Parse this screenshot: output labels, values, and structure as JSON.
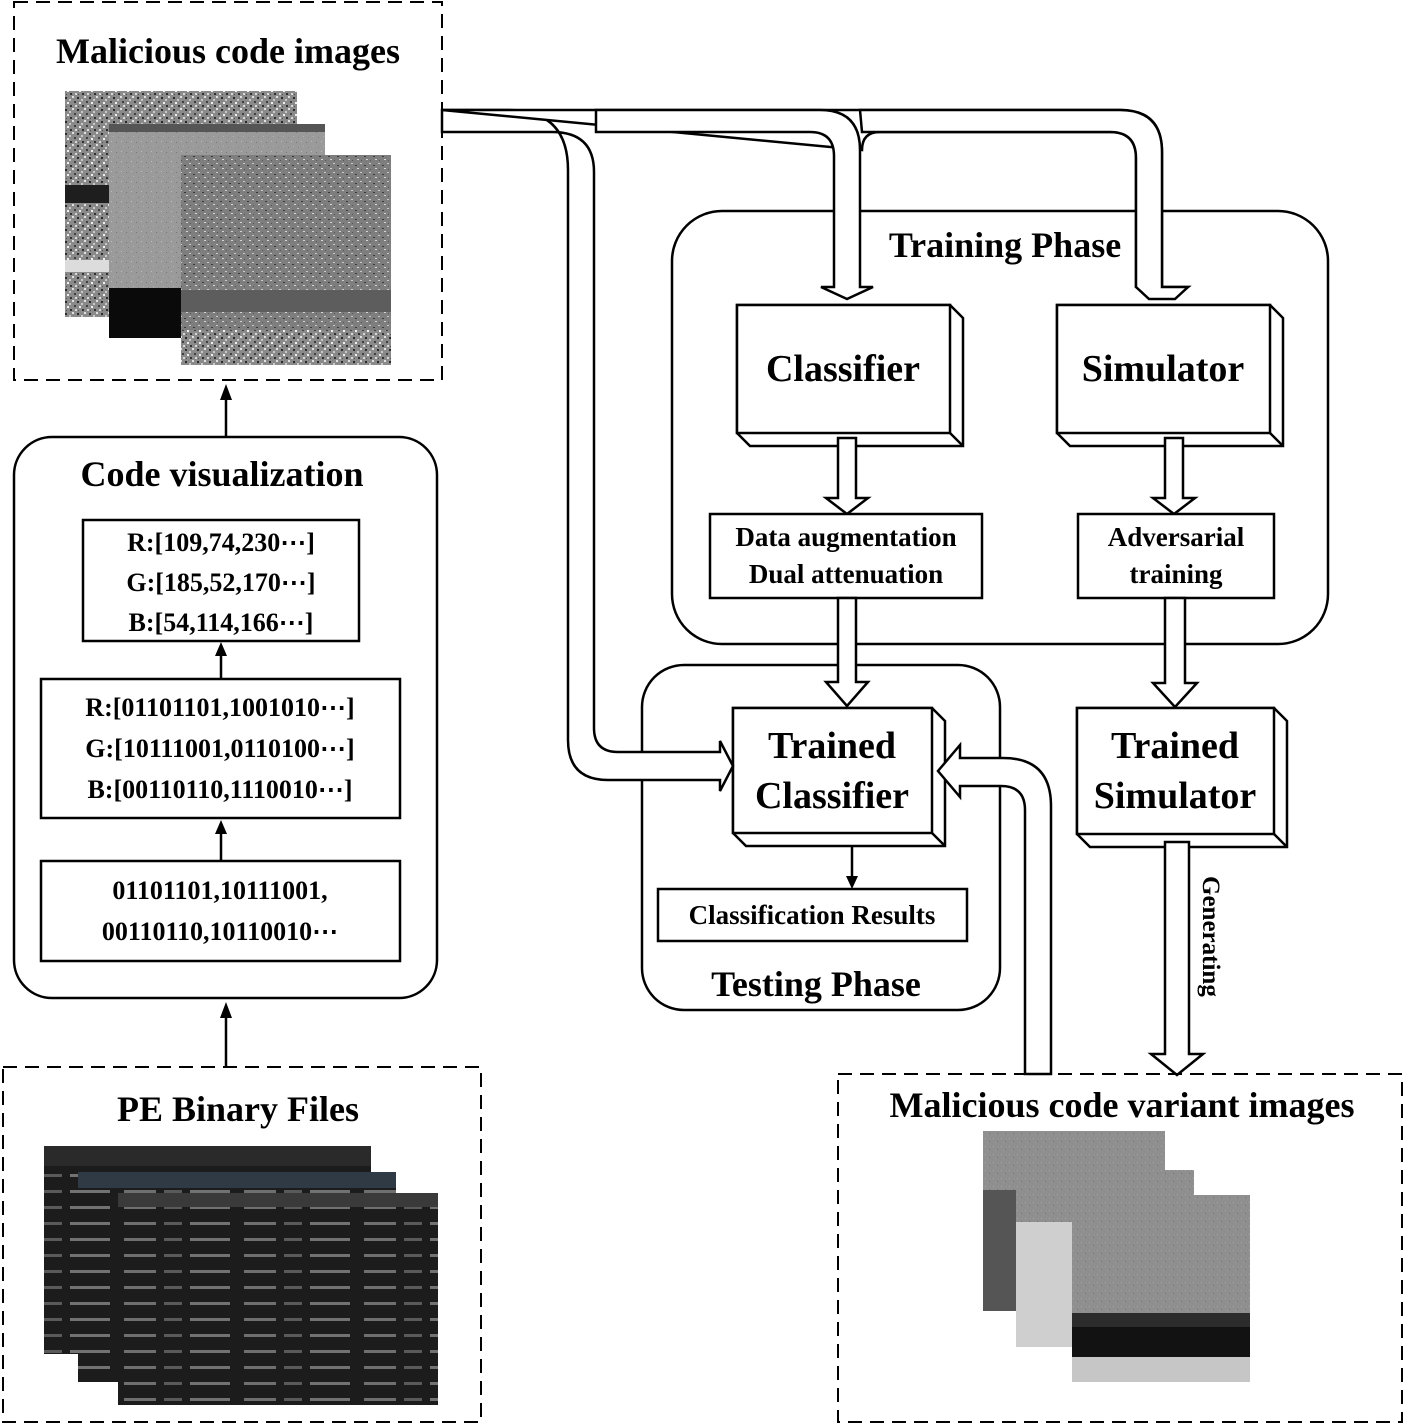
{
  "malicious_images": {
    "title": "Malicious code images"
  },
  "code_visualization": {
    "title": "Code visualization",
    "decimal": [
      "R:[109,74,230⋯]",
      "G:[185,52,170⋯]",
      "B:[54,114,166⋯]"
    ],
    "binary": [
      "R:[01101101,1001010⋯]",
      "G:[10111001,0110100⋯]",
      "B:[00110110,1110010⋯]"
    ],
    "raw": [
      "01101101,10111001,",
      "00110110,10110010⋯"
    ]
  },
  "pe_files": {
    "title": "PE Binary Files"
  },
  "training_phase": {
    "title": "Training Phase",
    "classifier": "Classifier",
    "simulator": "Simulator",
    "augmentation": [
      "Data augmentation",
      "Dual attenuation"
    ],
    "adversarial": [
      "Adversarial",
      "training"
    ]
  },
  "testing_phase": {
    "title": "Testing Phase",
    "trained_classifier": [
      "Trained",
      "Classifier"
    ],
    "results": "Classification Results"
  },
  "trained_simulator": [
    "Trained",
    "Simulator"
  ],
  "generating_label": "Generating",
  "variant_images": {
    "title": "Malicious code variant images"
  }
}
